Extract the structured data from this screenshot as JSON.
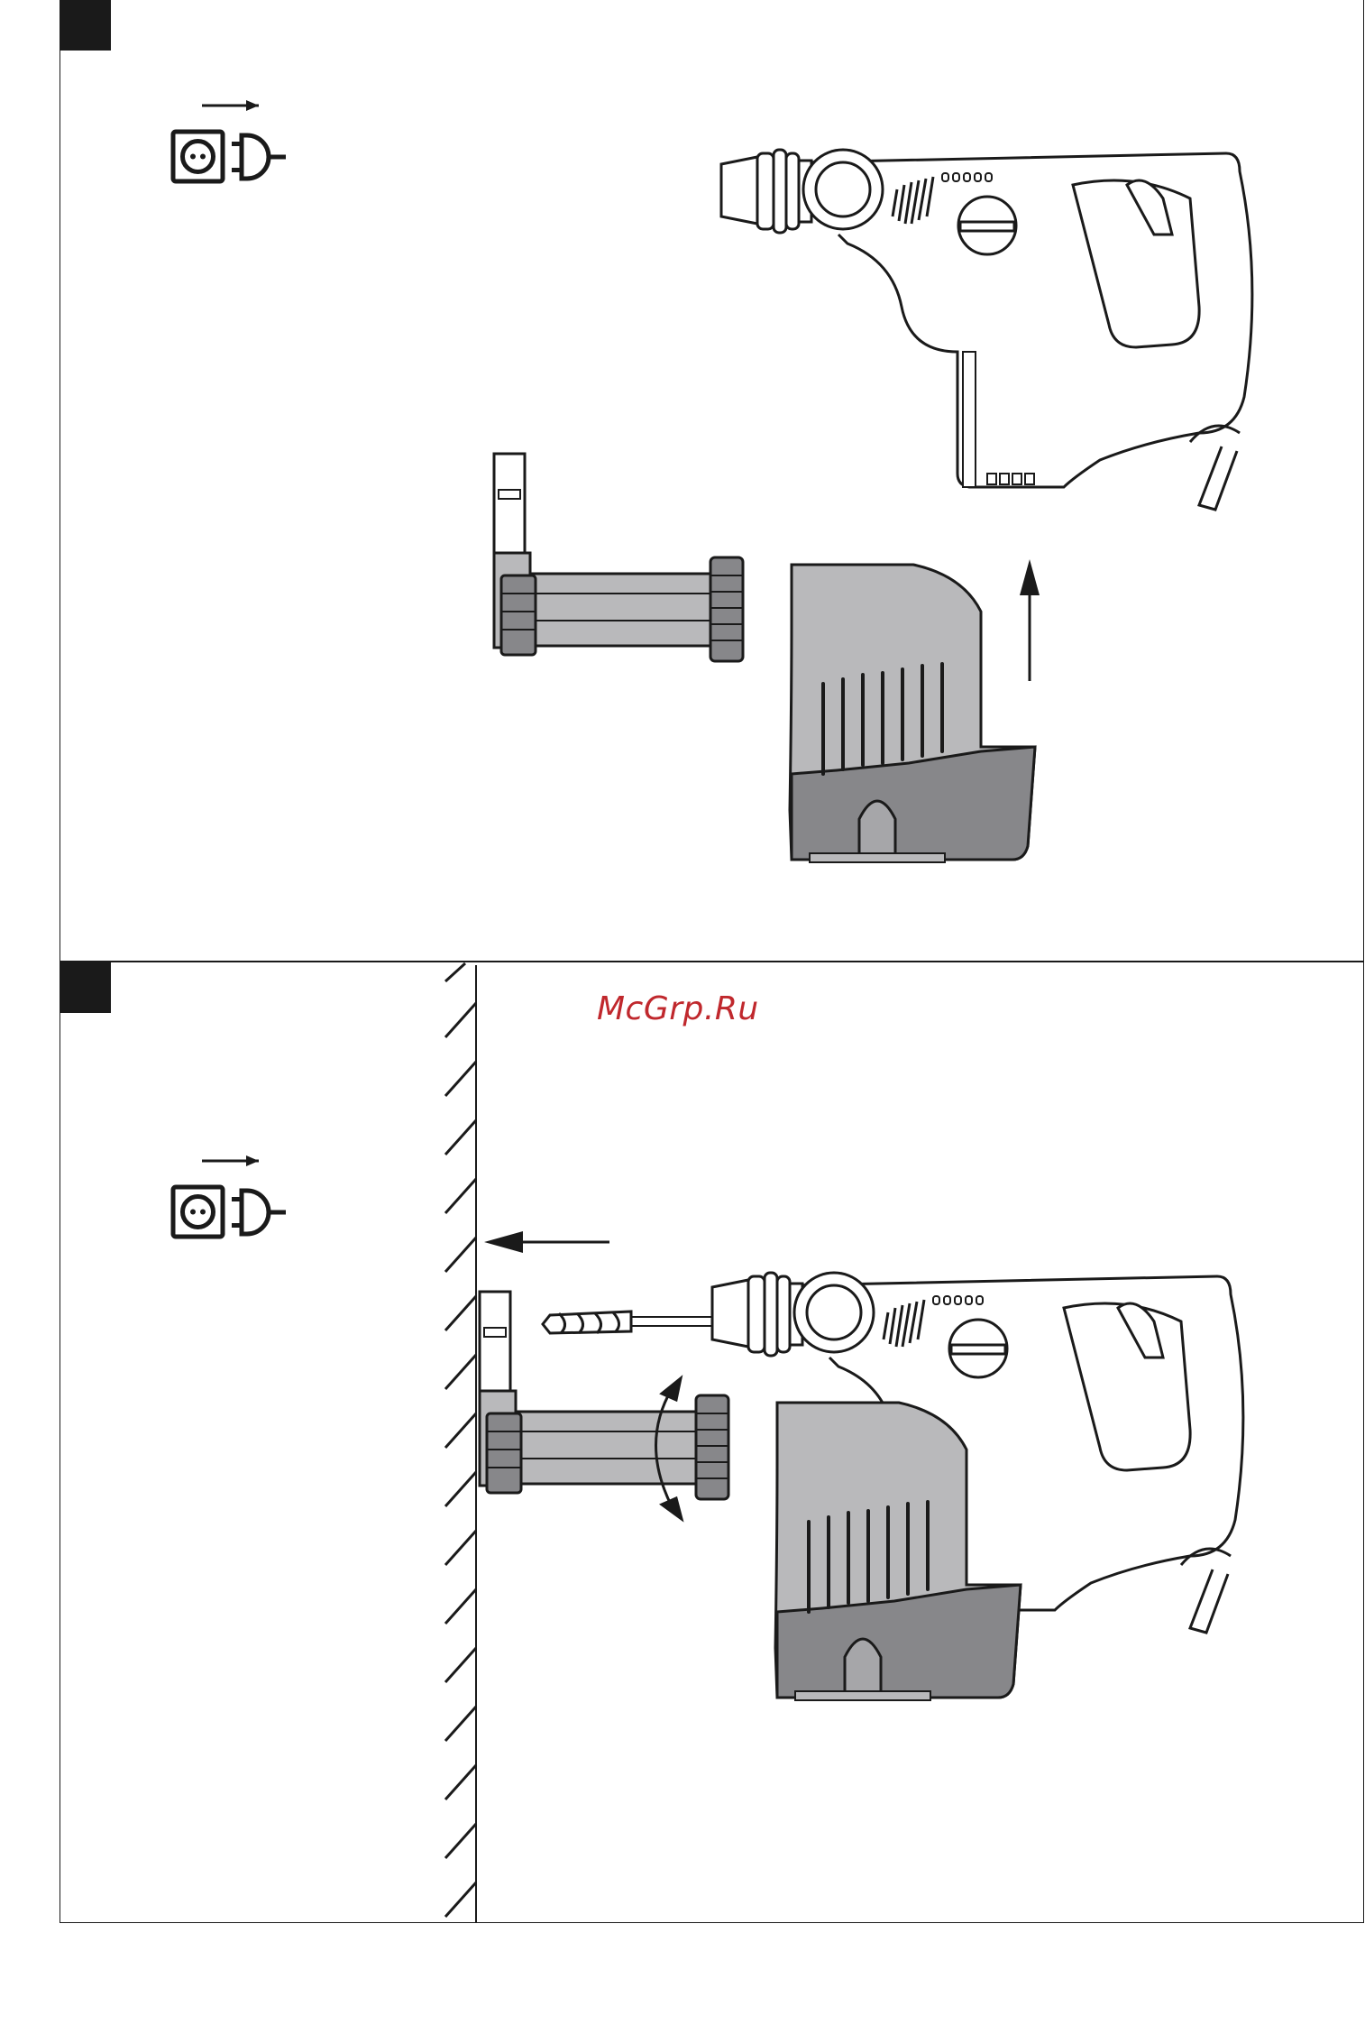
{
  "watermark": {
    "text": "McGrp.Ru",
    "color": "#c0282d"
  },
  "panels": [
    {
      "id": "panel-1",
      "icon": "unplug-icon",
      "action": "lift-drill-off-dust-module"
    },
    {
      "id": "panel-2",
      "icon": "unplug-icon",
      "action": "push-module-against-wall-and-rotate"
    }
  ],
  "colors": {
    "module_light": "#b9b9bb",
    "module_dark": "#87878a",
    "module_mid": "#a6a6a9",
    "outline": "#1a1a1a"
  }
}
